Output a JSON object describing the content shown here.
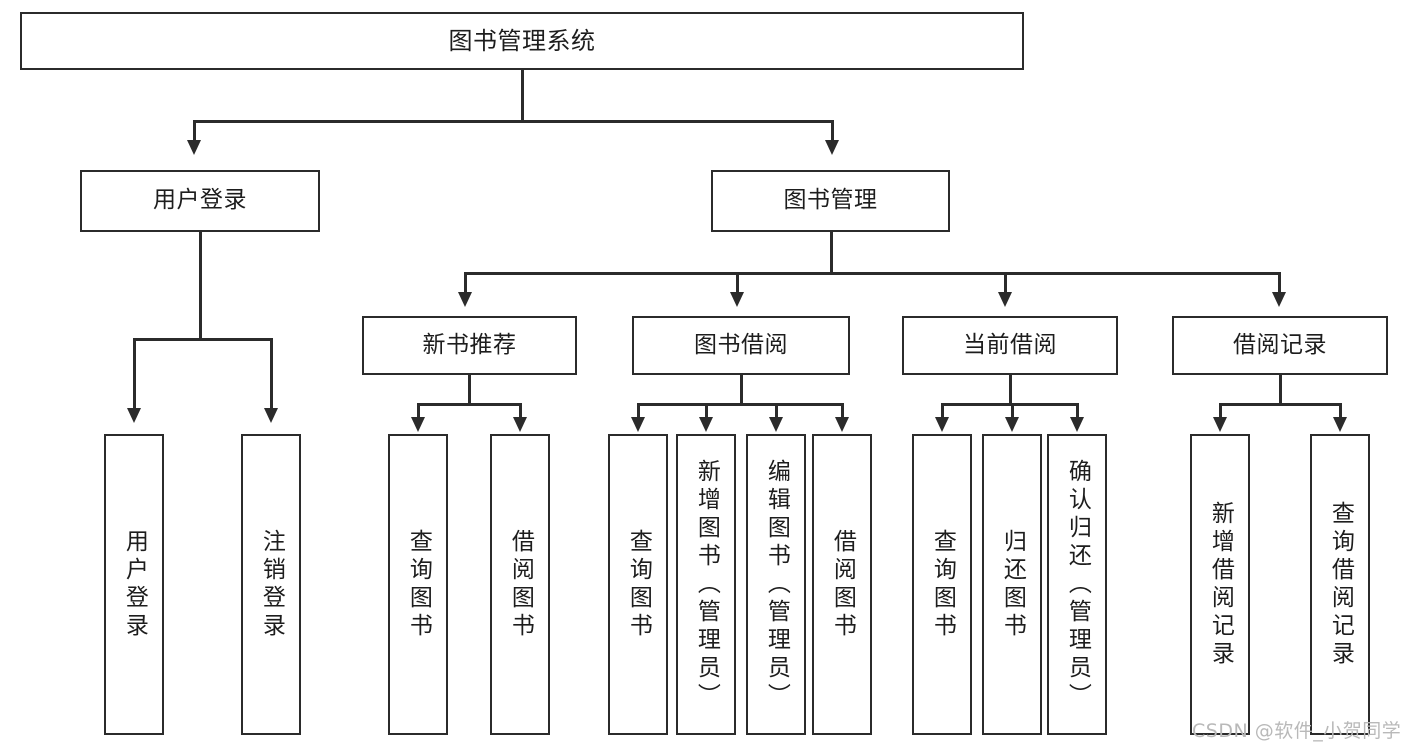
{
  "diagram": {
    "type": "tree",
    "title": "图书管理系统",
    "root": {
      "label": "图书管理系统"
    },
    "level2": [
      {
        "label": "用户登录"
      },
      {
        "label": "图书管理"
      }
    ],
    "level3": [
      {
        "label": "新书推荐"
      },
      {
        "label": "图书借阅"
      },
      {
        "label": "当前借阅"
      },
      {
        "label": "借阅记录"
      }
    ],
    "leaves": {
      "user_login": [
        {
          "label": "用户登录"
        },
        {
          "label": "注销登录"
        }
      ],
      "new_book": [
        {
          "label": "查询图书"
        },
        {
          "label": "借阅图书"
        }
      ],
      "book_borrow": [
        {
          "label": "查询图书"
        },
        {
          "label": "新增图书（管理员）"
        },
        {
          "label": "编辑图书（管理员）"
        },
        {
          "label": "借阅图书"
        }
      ],
      "current_borrow": [
        {
          "label": "查询图书"
        },
        {
          "label": "归还图书"
        },
        {
          "label": "确认归还（管理员）"
        }
      ],
      "borrow_record": [
        {
          "label": "新增借阅记录"
        },
        {
          "label": "查询借阅记录"
        }
      ]
    }
  },
  "watermark": {
    "text": "CSDN @软件_小贺同学"
  },
  "colors": {
    "stroke": "#2b2b2b",
    "background": "#ffffff",
    "text": "#1d1d1d",
    "watermark": "#b9b9b9"
  }
}
